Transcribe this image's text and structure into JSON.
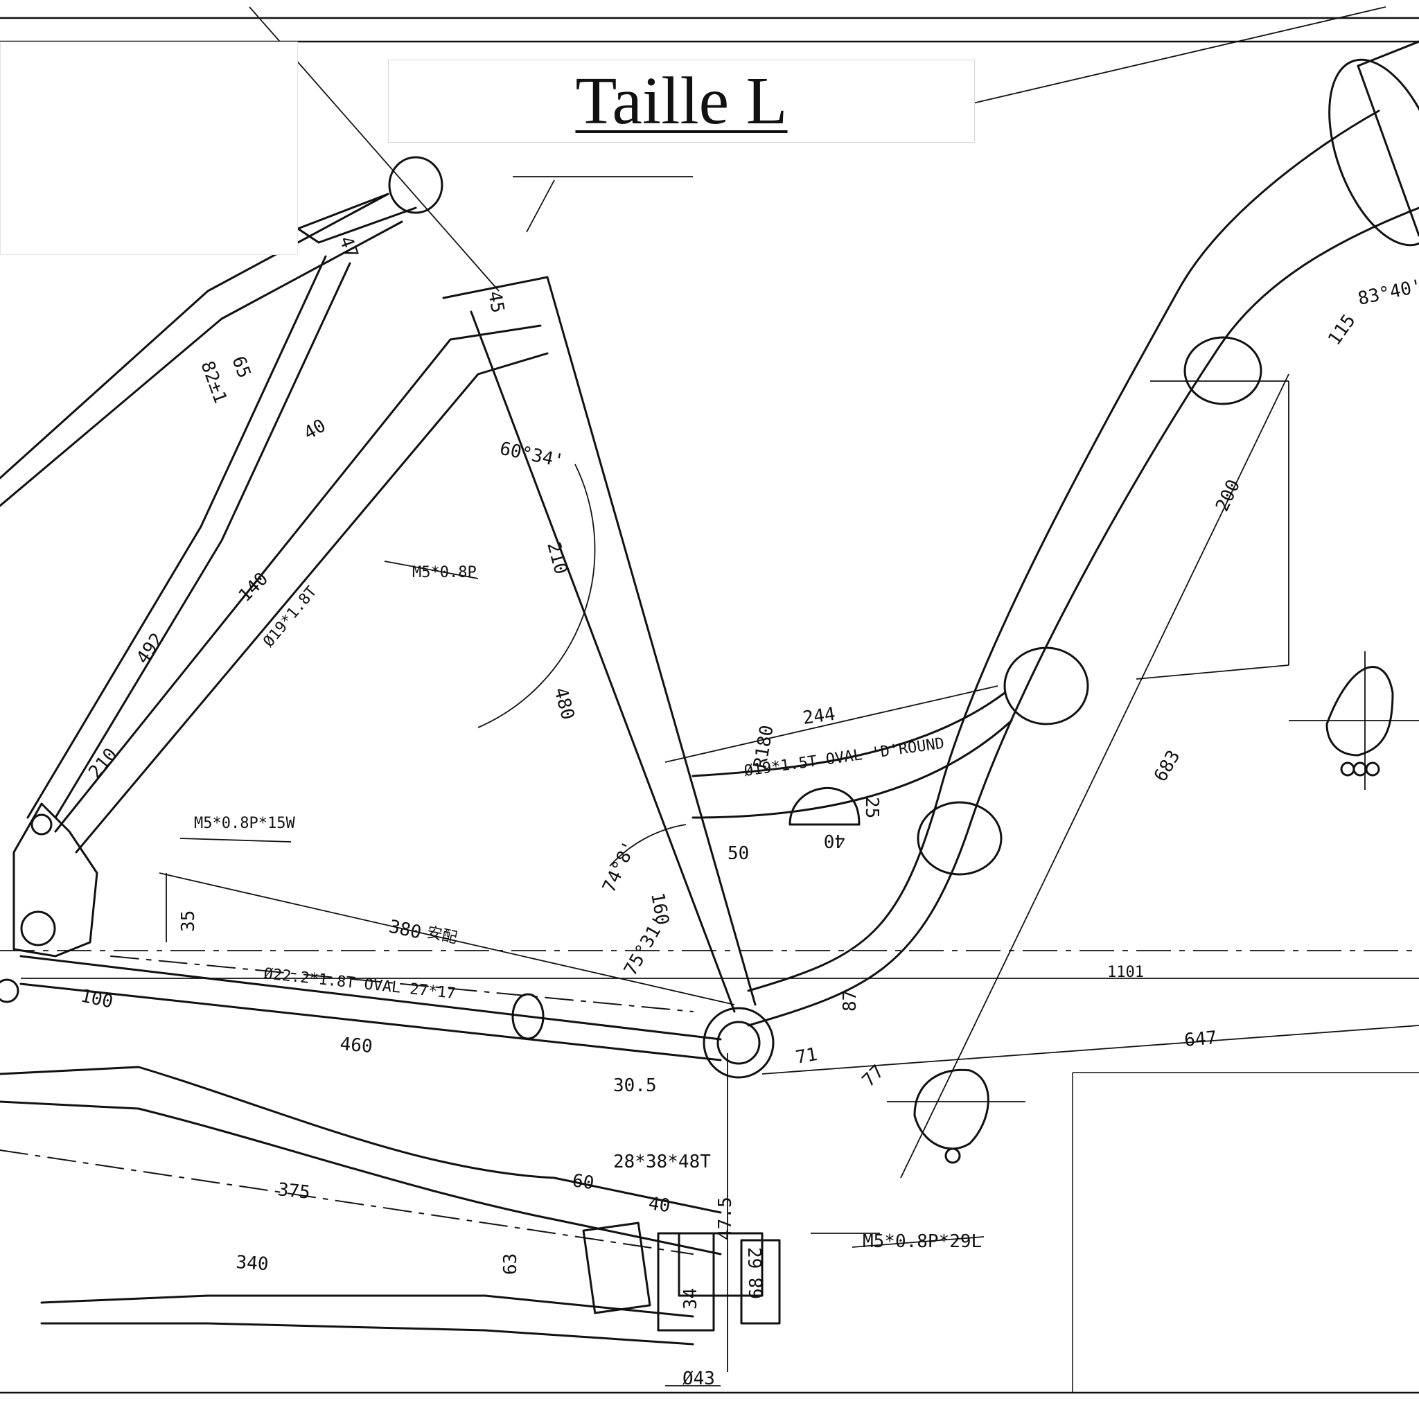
{
  "title": "Taille L",
  "dimensions": {
    "d47": "47",
    "d65": "65",
    "d82": "82±1",
    "d40_seat": "40",
    "d45": "45",
    "d60_34": "60°34'",
    "d210_st": "210",
    "d480": "480",
    "d492": "492",
    "d140": "140",
    "d210_dt": "210",
    "d244": "244",
    "r180": "R180",
    "d50": "50",
    "d40_bridge": "40",
    "d25": "25",
    "d200": "200",
    "d115": "115",
    "d83_40": "83°40'",
    "d683": "683",
    "d74_8": "74°8'",
    "d160": "160",
    "d75_31": "75°31'",
    "d35": "35",
    "d380": "380",
    "d380_note": "安配",
    "d1101": "1101",
    "d100": "100",
    "d460": "460",
    "d30_5": "30.5",
    "d647": "647",
    "d87": "87",
    "d77": "77",
    "d71": "71",
    "d28_38_48": "28*38*48T",
    "d60_low": "60",
    "d40_low": "40",
    "d375": "375",
    "d340": "340",
    "d63": "63",
    "d47_5": "47.5",
    "d29": "29",
    "d34": "34",
    "d68": "68",
    "d43": "Ø43"
  },
  "notes": {
    "m5_top": "M5*0.8P",
    "m5_15w": "M5*0.8P*15W",
    "m5_29l": "M5*0.8P*29L",
    "tube_chainstay": "Ø22.2*1.8T OVAL 27*17",
    "tube_seatstay": "Ø19*1.8T",
    "tube_bridge": "Ø19*1.5T OVAL 'D'ROUND"
  }
}
